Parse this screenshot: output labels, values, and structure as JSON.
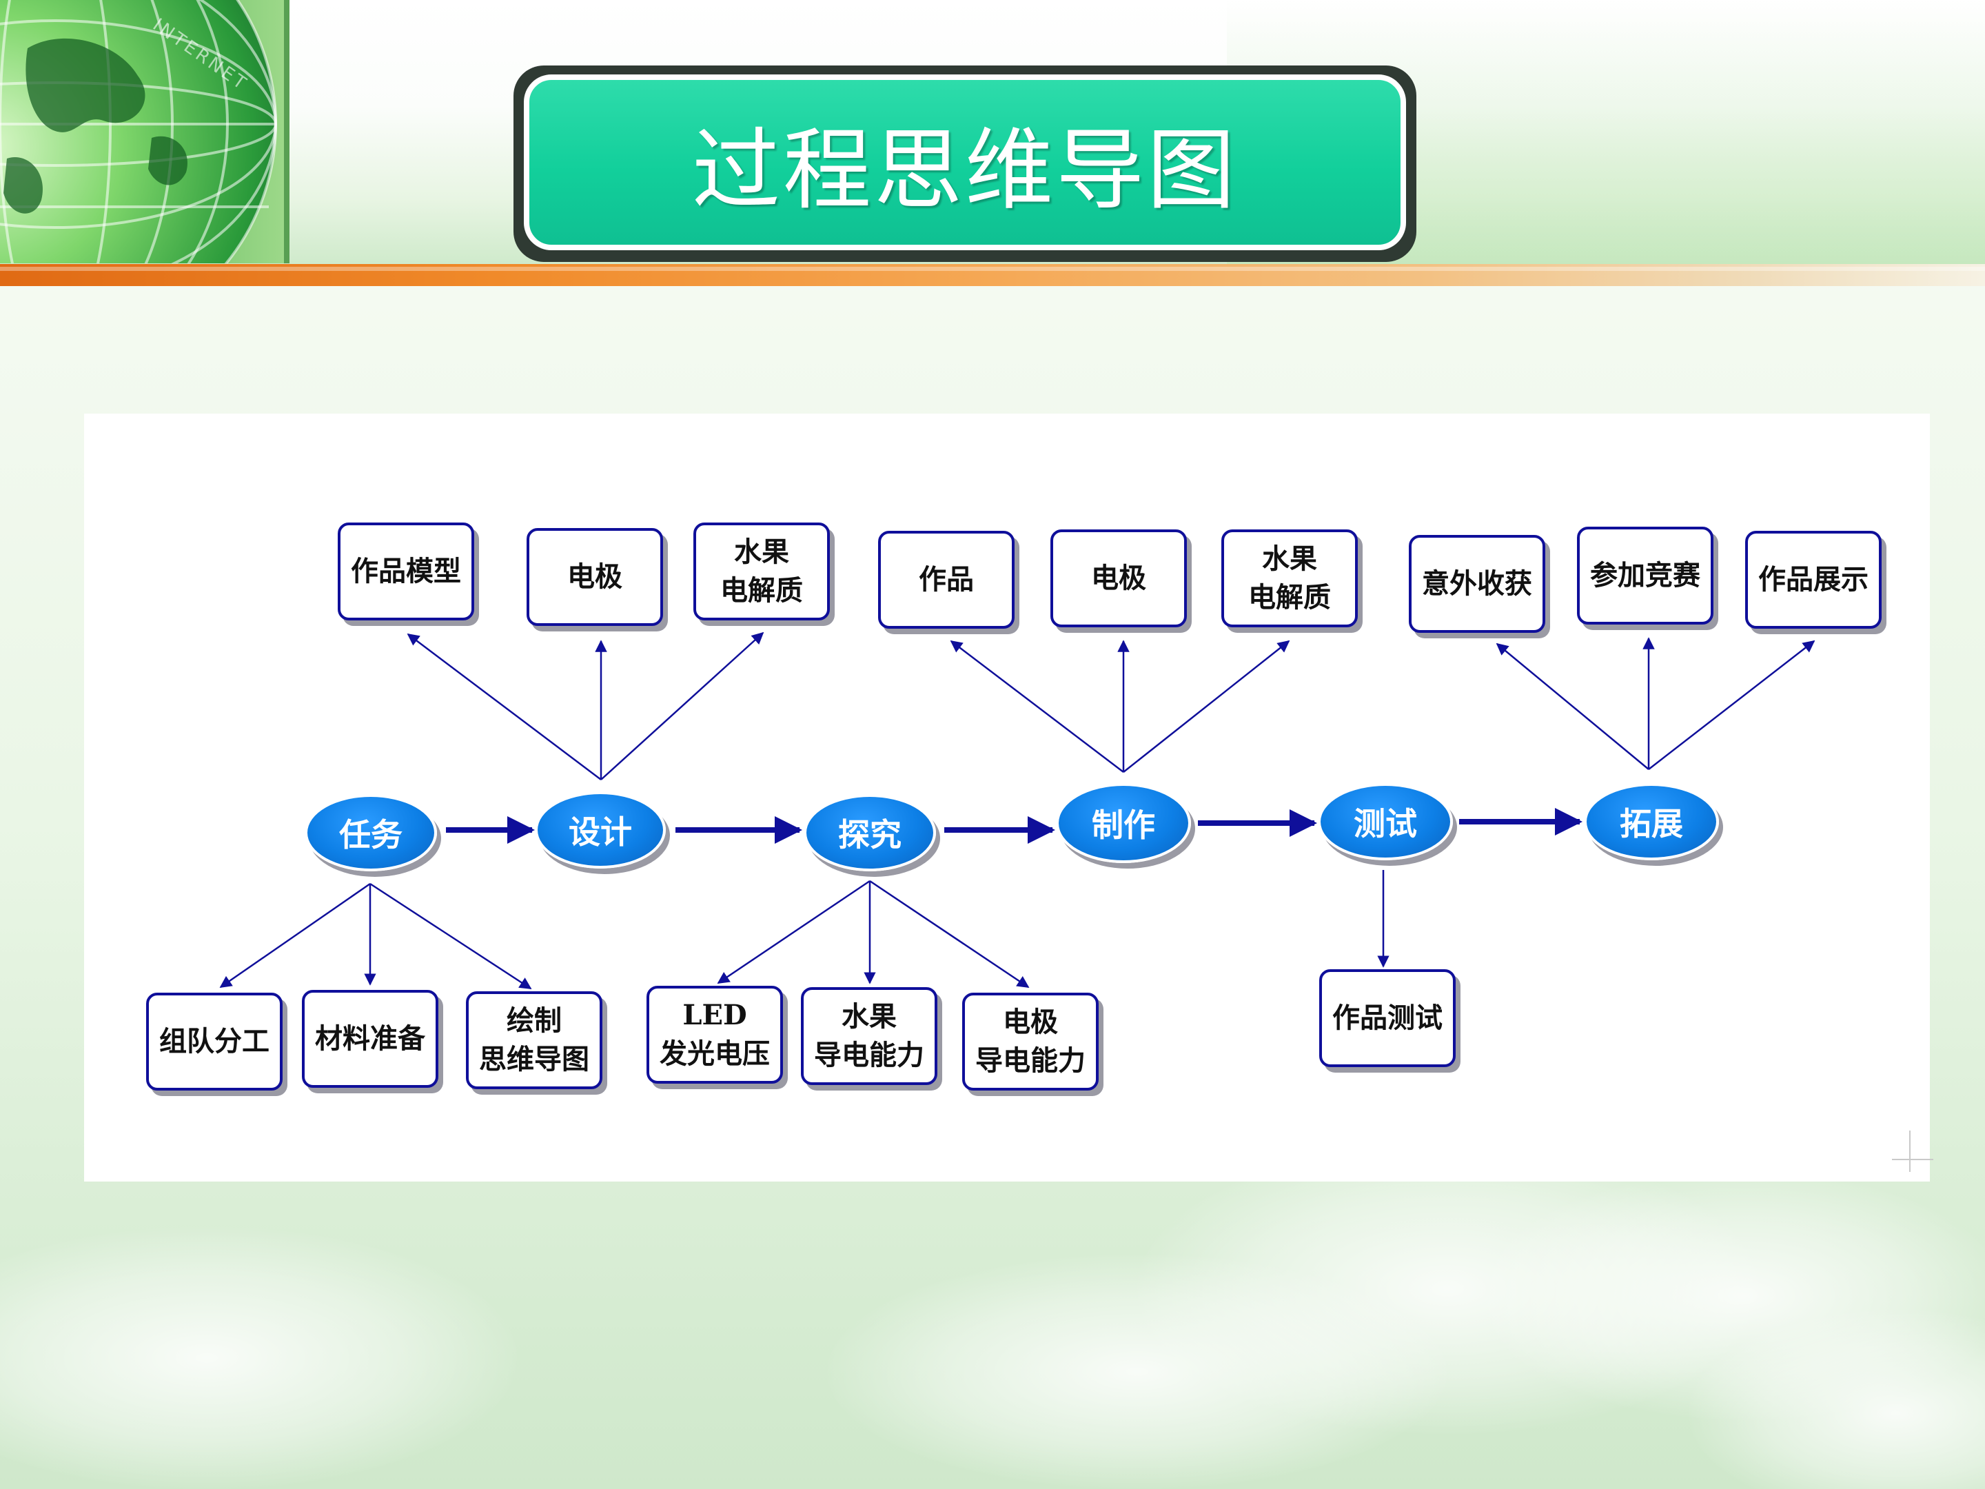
{
  "slide": {
    "title": "过程思维导图"
  },
  "diagram": {
    "main_nodes": [
      {
        "id": "task",
        "label": "任务"
      },
      {
        "id": "design",
        "label": "设计"
      },
      {
        "id": "explore",
        "label": "探究"
      },
      {
        "id": "make",
        "label": "制作"
      },
      {
        "id": "test",
        "label": "测试"
      },
      {
        "id": "extend",
        "label": "拓展"
      }
    ],
    "task_children": [
      {
        "label": "组队分工"
      },
      {
        "label": "材料准备"
      },
      {
        "label": "绘制\n思维导图"
      }
    ],
    "design_children": [
      {
        "label": "作品模型"
      },
      {
        "label": "电极"
      },
      {
        "label": "水果\n电解质"
      }
    ],
    "explore_children": [
      {
        "label": "LED\n发光电压"
      },
      {
        "label": "水果\n导电能力"
      },
      {
        "label": "电极\n导电能力"
      }
    ],
    "make_children": [
      {
        "label": "作品"
      },
      {
        "label": "电极"
      },
      {
        "label": "水果\n电解质"
      }
    ],
    "test_children": [
      {
        "label": "作品测试"
      }
    ],
    "extend_children": [
      {
        "label": "意外收获"
      },
      {
        "label": "参加竞赛"
      },
      {
        "label": "作品展示"
      }
    ]
  },
  "colors": {
    "accent_teal": "#12cf9b",
    "node_blue": "#0d7fe6",
    "arrow_navy": "#0f0f9a",
    "orange_band": "#f08a2a"
  }
}
